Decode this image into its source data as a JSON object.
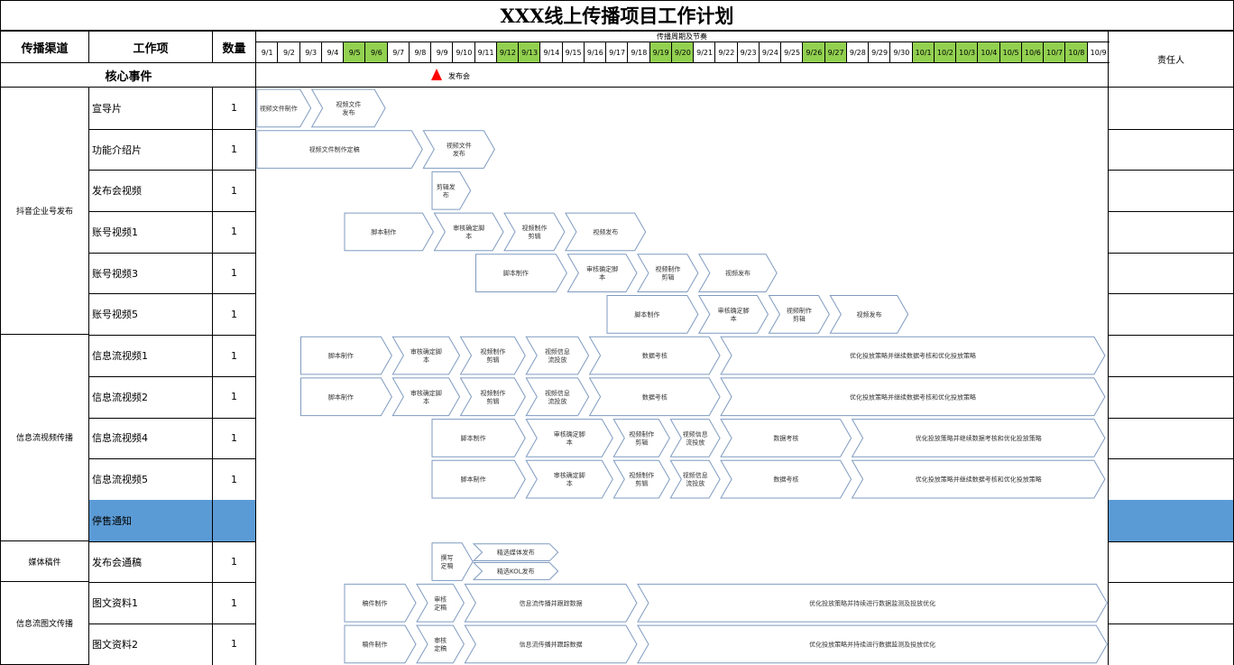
{
  "title": "XXX线上传播项目工作计划",
  "headers": {
    "channel": "传播渠道",
    "item": "工作项",
    "qty": "数量",
    "period": "传播周期及节奏",
    "owner": "责任人"
  },
  "core_event_label": "核心事件",
  "milestone": {
    "label": "发布会",
    "date": "9/9"
  },
  "dates": [
    "9/1",
    "9/2",
    "9/3",
    "9/4",
    "9/5",
    "9/6",
    "9/7",
    "9/8",
    "9/9",
    "9/10",
    "9/11",
    "9/12",
    "9/13",
    "9/14",
    "9/15",
    "9/16",
    "9/17",
    "9/18",
    "9/19",
    "9/20",
    "9/21",
    "9/22",
    "9/23",
    "9/24",
    "9/25",
    "9/26",
    "9/27",
    "9/28",
    "9/29",
    "9/30",
    "10/1",
    "10/2",
    "10/3",
    "10/4",
    "10/5",
    "10/6",
    "10/7",
    "10/8",
    "10/9"
  ],
  "highlighted_dates": [
    "9/5",
    "9/6",
    "9/12",
    "9/13",
    "9/19",
    "9/20",
    "9/26",
    "9/27",
    "10/1",
    "10/2",
    "10/3",
    "10/4",
    "10/5",
    "10/6",
    "10/7",
    "10/8"
  ],
  "colors": {
    "weekend_green": "#92d050",
    "highlight_blue": "#5b9bd5",
    "arrow_border": "#7f9bc0",
    "milestone_red": "#ff0000"
  },
  "channels": [
    {
      "name": "抖音企业号发布",
      "rows": [
        0,
        5
      ]
    },
    {
      "name": "信息流视频传播",
      "rows": [
        6,
        10
      ]
    },
    {
      "name": "媒体稿件",
      "rows": [
        11,
        11
      ]
    },
    {
      "name": "信息流图文传播",
      "rows": [
        12,
        13
      ]
    }
  ],
  "rows": [
    {
      "item": "宣导片",
      "qty": "1",
      "tasks": [
        {
          "label": "视频文件制作",
          "start": 0,
          "end": 2.5
        },
        {
          "label": "视频文件\n发布",
          "start": 2.5,
          "end": 5.9
        }
      ]
    },
    {
      "item": "功能介绍片",
      "qty": "1",
      "tasks": [
        {
          "label": "视频文件制作定稿",
          "start": 0,
          "end": 7.6
        },
        {
          "label": "视频文件\n发布",
          "start": 7.6,
          "end": 10.9
        }
      ]
    },
    {
      "item": "发布会视频",
      "qty": "1",
      "tasks": [
        {
          "label": "剪辑发\n布",
          "start": 8,
          "end": 9.8
        }
      ]
    },
    {
      "item": "账号视频1",
      "qty": "1",
      "tasks": [
        {
          "label": "脚本制作",
          "start": 4,
          "end": 8.1
        },
        {
          "label": "审核确定脚\n本",
          "start": 8.1,
          "end": 11.3
        },
        {
          "label": "视频制作\n剪辑",
          "start": 11.3,
          "end": 14.1
        },
        {
          "label": "视频发布",
          "start": 14.1,
          "end": 17.8
        }
      ]
    },
    {
      "item": "账号视频3",
      "qty": "1",
      "tasks": [
        {
          "label": "脚本制作",
          "start": 10,
          "end": 14.2
        },
        {
          "label": "审核确定脚\n本",
          "start": 14.2,
          "end": 17.4
        },
        {
          "label": "视频制作\n剪辑",
          "start": 17.4,
          "end": 20.2
        },
        {
          "label": "视频发布",
          "start": 20.2,
          "end": 23.8
        }
      ]
    },
    {
      "item": "账号视频5",
      "qty": "1",
      "tasks": [
        {
          "label": "脚本制作",
          "start": 16,
          "end": 20.2
        },
        {
          "label": "审核确定脚\n本",
          "start": 20.2,
          "end": 23.4
        },
        {
          "label": "视频制作\n剪辑",
          "start": 23.4,
          "end": 26.2
        },
        {
          "label": "视频发布",
          "start": 26.2,
          "end": 29.8
        }
      ]
    },
    {
      "item": "信息流视频1",
      "qty": "1",
      "tasks": [
        {
          "label": "脚本制作",
          "start": 2,
          "end": 6.2
        },
        {
          "label": "审核确定脚\n本",
          "start": 6.2,
          "end": 9.3
        },
        {
          "label": "视频制作\n剪辑",
          "start": 9.3,
          "end": 12.3
        },
        {
          "label": "视频信息\n流投放",
          "start": 12.3,
          "end": 15.2
        },
        {
          "label": "数据考核",
          "start": 15.2,
          "end": 21.2
        },
        {
          "label": "优化投放策略并继续数据考核和优化投放策略",
          "start": 21.2,
          "end": 38.8
        }
      ]
    },
    {
      "item": "信息流视频2",
      "qty": "1",
      "tasks": [
        {
          "label": "脚本制作",
          "start": 2,
          "end": 6.2
        },
        {
          "label": "审核确定脚\n本",
          "start": 6.2,
          "end": 9.3
        },
        {
          "label": "视频制作\n剪辑",
          "start": 9.3,
          "end": 12.3
        },
        {
          "label": "视频信息\n流投放",
          "start": 12.3,
          "end": 15.2
        },
        {
          "label": "数据考核",
          "start": 15.2,
          "end": 21.2
        },
        {
          "label": "优化投放策略并继续数据考核和优化投放策略",
          "start": 21.2,
          "end": 38.8
        }
      ]
    },
    {
      "item": "信息流视频4",
      "qty": "1",
      "tasks": [
        {
          "label": "脚本制作",
          "start": 8,
          "end": 12.3
        },
        {
          "label": "审核确定脚\n本",
          "start": 12.3,
          "end": 16.3
        },
        {
          "label": "视频制作\n剪辑",
          "start": 16.3,
          "end": 18.9
        },
        {
          "label": "视频信息\n流投放",
          "start": 18.9,
          "end": 21.2
        },
        {
          "label": "数据考核",
          "start": 21.2,
          "end": 27.2
        },
        {
          "label": "优化投放策略并继续数据考核和优化投放策略",
          "start": 27.2,
          "end": 38.8
        }
      ]
    },
    {
      "item": "信息流视频5",
      "qty": "1",
      "tasks": [
        {
          "label": "脚本制作",
          "start": 8,
          "end": 12.3
        },
        {
          "label": "审核确定脚\n本",
          "start": 12.3,
          "end": 16.3
        },
        {
          "label": "视频制作\n剪辑",
          "start": 16.3,
          "end": 18.9
        },
        {
          "label": "视频信息\n流投放",
          "start": 18.9,
          "end": 21.2
        },
        {
          "label": "数据考核",
          "start": 21.2,
          "end": 27.2
        },
        {
          "label": "优化投放策略并继续数据考核和优化投放策略",
          "start": 27.2,
          "end": 38.8
        }
      ]
    },
    {
      "item": "停售通知",
      "qty": "",
      "highlight": true,
      "tasks": []
    },
    {
      "item": "发布会通稿",
      "qty": "1",
      "media": true,
      "tasks": [
        {
          "label": "撰写\n定稿",
          "start": 8,
          "end": 9.9,
          "full": true
        },
        {
          "label": "精选媒体发布",
          "start": 9.9,
          "end": 13.8,
          "half": "top"
        },
        {
          "label": "精选KOL发布",
          "start": 9.9,
          "end": 13.8,
          "half": "bottom"
        }
      ]
    },
    {
      "item": "图文资料1",
      "qty": "1",
      "tasks": [
        {
          "label": "稿件制作",
          "start": 4,
          "end": 7.3
        },
        {
          "label": "审核\n定稿",
          "start": 7.3,
          "end": 9.5
        },
        {
          "label": "信息流传播并跟踪数据",
          "start": 9.5,
          "end": 17.4
        },
        {
          "label": "优化投放策略并持续进行数据监测及投放优化",
          "start": 17.4,
          "end": 38.9
        }
      ]
    },
    {
      "item": "图文资料2",
      "qty": "1",
      "tasks": [
        {
          "label": "稿件制作",
          "start": 4,
          "end": 7.3
        },
        {
          "label": "审核\n定稿",
          "start": 7.3,
          "end": 9.5
        },
        {
          "label": "信息流传播并跟踪数据",
          "start": 9.5,
          "end": 17.4
        },
        {
          "label": "优化投放策略并持续进行数据监测及投放优化",
          "start": 17.4,
          "end": 38.9
        }
      ]
    }
  ]
}
